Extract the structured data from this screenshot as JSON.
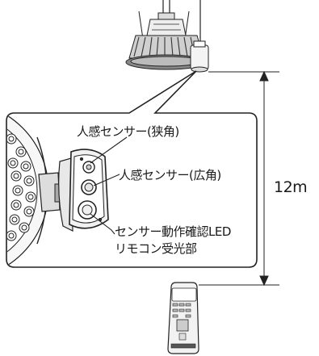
{
  "labels": {
    "sensor_narrow": "人感センサー(狭角)",
    "sensor_wide": "人感センサー(広角)",
    "sensor_led": "センサー動作確認LED",
    "remote_receiver": "リモコン受光部",
    "distance": "12m"
  }
}
